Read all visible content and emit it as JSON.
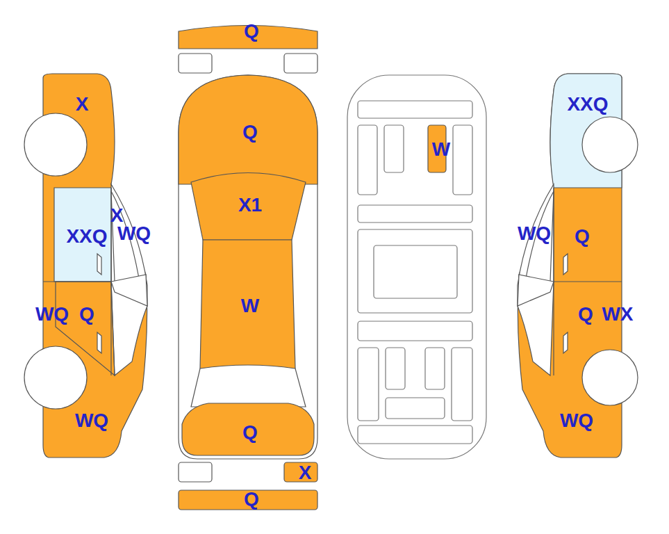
{
  "diagram": {
    "labels": [
      "Q",
      "X",
      "XXQ",
      "Q",
      "W",
      "X1",
      "X",
      "XXQ",
      "WQ",
      "WQ",
      "Q",
      "W",
      "WQ",
      "Q",
      "Q",
      "WX",
      "WQ",
      "WQ",
      "Q",
      "X",
      "Q"
    ]
  }
}
